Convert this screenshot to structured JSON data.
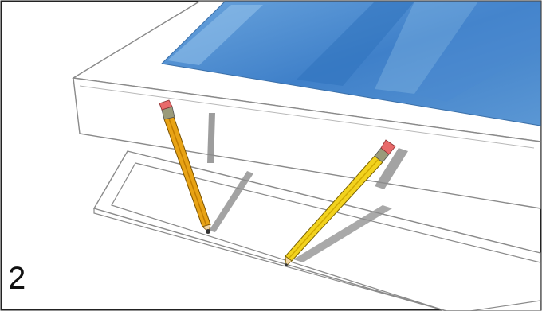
{
  "step_label": "2",
  "colors": {
    "frame_border": "#222222",
    "outline": "#8a8a8a",
    "outline_light": "#b8b8b8",
    "screen_blue": "#4c8ad0",
    "screen_blue_dark": "#2f72bd",
    "screen_blue_light": "#8fbfe8",
    "shadow": "#8c8c8c",
    "pencil_body": "#e8a315",
    "pencil_body_yellow": "#f2d21e",
    "pencil_ferrule": "#9a9a7a",
    "pencil_eraser": "#e86a6a",
    "pencil_wood": "#f3d6a4",
    "pencil_lead": "#333333"
  },
  "illustration": {
    "objects": [
      "display-panel",
      "base-plate",
      "pencil-left",
      "pencil-right"
    ]
  }
}
